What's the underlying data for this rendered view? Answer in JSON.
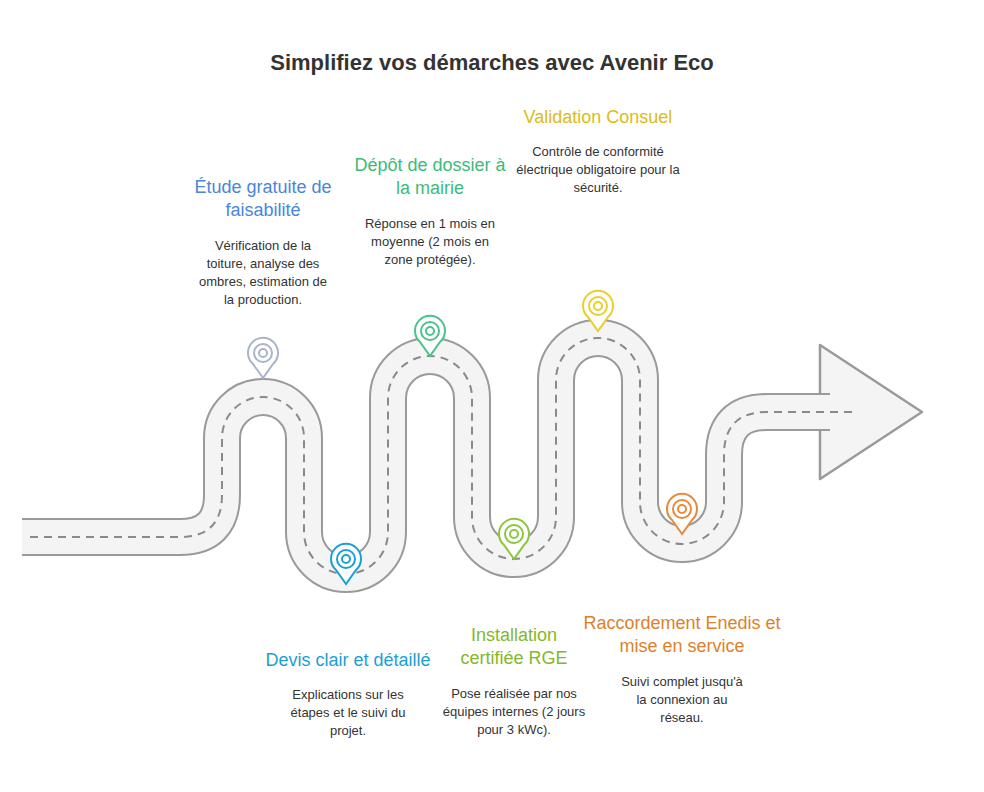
{
  "diagram": {
    "title": "Simplifiez vos démarches avec Avenir Eco",
    "nodes": [
      {
        "text": [
          "Étude gratuite de faisabilité",
          "Vérification de la toiture, analyse des ombres, estimation de la production."
        ]
      },
      {
        "text": [
          "Devis clair et détaillé",
          "Explications sur les étapes et le suivi du projet."
        ]
      },
      {
        "text": [
          "Dépôt de dossier à la mairie",
          "Réponse en 1 mois en moyenne (2 mois en zone protégée)."
        ]
      },
      {
        "text": [
          "Installation certifiée RGE",
          "Pose réalisée par nos équipes internes (2 jours pour 3 kWc)."
        ]
      },
      {
        "text": [
          "Validation Consuel",
          "Contrôle de conformité électrique obligatoire pour la sécurité."
        ]
      },
      {
        "text": [
          "Raccordement Enedis et mise en service",
          "Suivi complet jusqu'à la connexion au réseau."
        ]
      }
    ]
  }
}
